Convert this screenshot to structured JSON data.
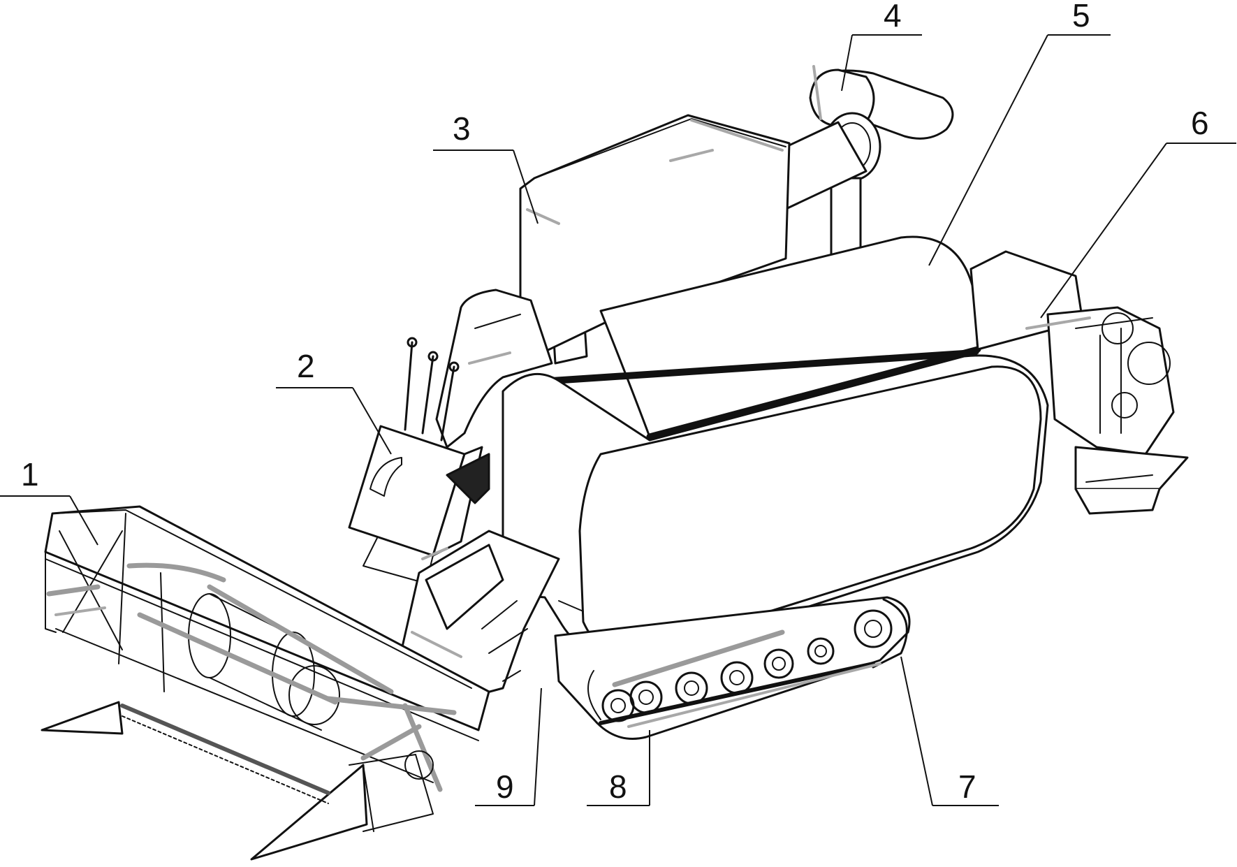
{
  "labels": [
    {
      "id": "label-1",
      "text": "1"
    },
    {
      "id": "label-2",
      "text": "2"
    },
    {
      "id": "label-3",
      "text": "3"
    },
    {
      "id": "label-4",
      "text": "4"
    },
    {
      "id": "label-5",
      "text": "5"
    },
    {
      "id": "label-6",
      "text": "6"
    },
    {
      "id": "label-7",
      "text": "7"
    },
    {
      "id": "label-8",
      "text": "8"
    },
    {
      "id": "label-9",
      "text": "9"
    }
  ],
  "colors": {
    "ink": "#111111",
    "accent_grey": "#9a9a9a",
    "background": "#ffffff"
  }
}
